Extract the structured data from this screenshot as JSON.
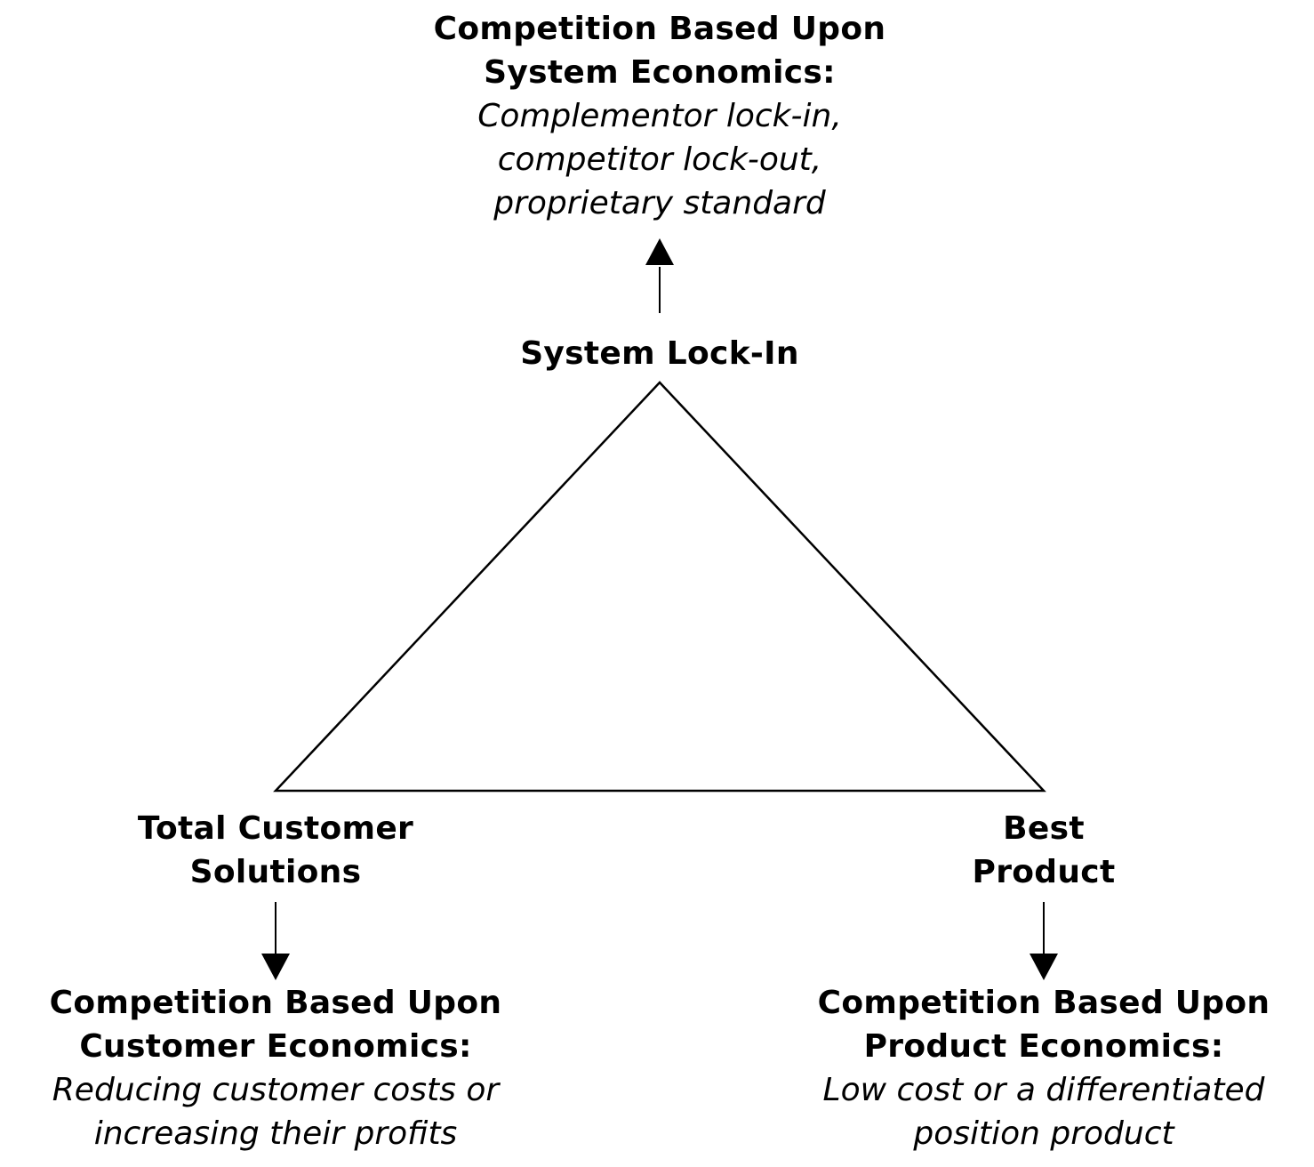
{
  "top": {
    "heading": [
      "Competition Based Upon",
      "System Economics:"
    ],
    "detail": [
      "Complementor lock-in,",
      "competitor lock-out,",
      "proprietary standard"
    ]
  },
  "apex_label": "System Lock-In",
  "left_vertex": {
    "label": [
      "Total Customer",
      "Solutions"
    ],
    "heading": [
      "Competition Based Upon",
      "Customer Economics:"
    ],
    "detail": [
      "Reducing customer costs or",
      "increasing their profits"
    ]
  },
  "right_vertex": {
    "label": [
      "Best",
      "Product"
    ],
    "heading": [
      "Competition Based Upon",
      "Product Economics:"
    ],
    "detail": [
      "Low cost or a differentiated",
      "position product"
    ]
  }
}
